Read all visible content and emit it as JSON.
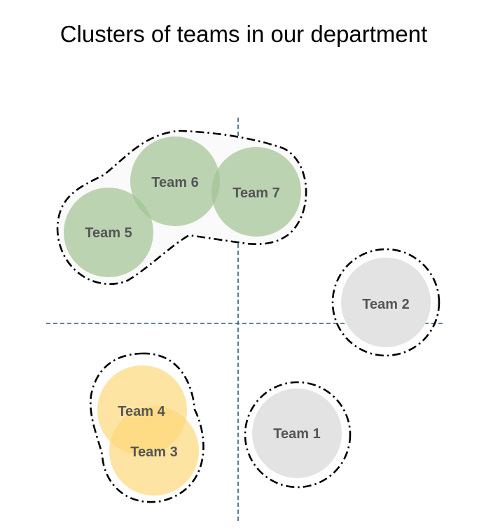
{
  "title": "Clusters of teams in our department",
  "colors": {
    "green_team": "#b4cfa7",
    "yellow_team": "#fddf8e",
    "gray_team": "#e3e3e3",
    "axis_line": "#2a5c7a",
    "cluster_outline": "#000000",
    "label_text": "#555555"
  },
  "teams": [
    {
      "id": "team-1",
      "label": "Team 1",
      "color": "gray"
    },
    {
      "id": "team-2",
      "label": "Team 2",
      "color": "gray"
    },
    {
      "id": "team-3",
      "label": "Team 3",
      "color": "yellow"
    },
    {
      "id": "team-4",
      "label": "Team 4",
      "color": "yellow"
    },
    {
      "id": "team-5",
      "label": "Team 5",
      "color": "green"
    },
    {
      "id": "team-6",
      "label": "Team 6",
      "color": "green"
    },
    {
      "id": "team-7",
      "label": "Team 7",
      "color": "green"
    }
  ],
  "clusters": [
    {
      "id": "cluster-green",
      "members": [
        "Team 5",
        "Team 6",
        "Team 7"
      ]
    },
    {
      "id": "cluster-yellow",
      "members": [
        "Team 3",
        "Team 4"
      ]
    },
    {
      "id": "cluster-team-1",
      "members": [
        "Team 1"
      ]
    },
    {
      "id": "cluster-team-2",
      "members": [
        "Team 2"
      ]
    }
  ]
}
